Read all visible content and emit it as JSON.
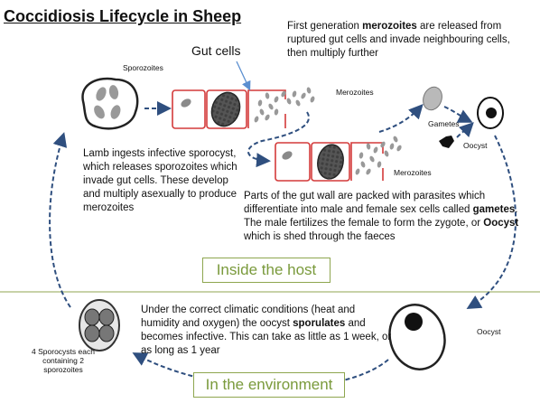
{
  "title": "Coccidiosis Lifecycle in Sheep",
  "labels": {
    "gut_cells": "Gut cells",
    "sporozoites": "Sporozoites",
    "merozoites_1": "Merozoites",
    "merozoites_2": "Merozoites",
    "gametes": "Gametes",
    "oocyst_top": "Oocyst",
    "oocyst_bottom": "Oocyst",
    "sporocysts_note": "4 Sporocysts each containing 2 sporozoites"
  },
  "text": {
    "merozoites_release": {
      "a": "First generation ",
      "b": "merozoites",
      "c": " are released from ruptured gut cells and invade neighbouring cells, then multiply further"
    },
    "lamb_ingests": "Lamb ingests infective sporocyst, which releases sporozoites which invade gut cells. These develop and multiply asexually to produce merozoites",
    "gut_wall": {
      "a": "Parts of the gut wall are packed with parasites which differentiate into male and female sex cells called ",
      "b": "gametes",
      "c": ". The male fertilizes the female to form the zygote, or ",
      "d": "Oocyst",
      "e": " which is shed through the faeces"
    },
    "sporulates": {
      "a": "Under the correct climatic conditions (heat and humidity and oxygen) the oocyst ",
      "b": "sporulates",
      "c": " and becomes infective. This can take as little as 1 week, or as long as 1 year"
    }
  },
  "sections": {
    "host": "Inside the host",
    "environment": "In the environment"
  },
  "colors": {
    "cell_border": "#d33a3a",
    "arrow": "#2f4f7f",
    "box_border": "#8ea64f",
    "box_text": "#7a9a3c",
    "divider": "#8ea64f",
    "parasite_grey": "#8a8a8a"
  }
}
